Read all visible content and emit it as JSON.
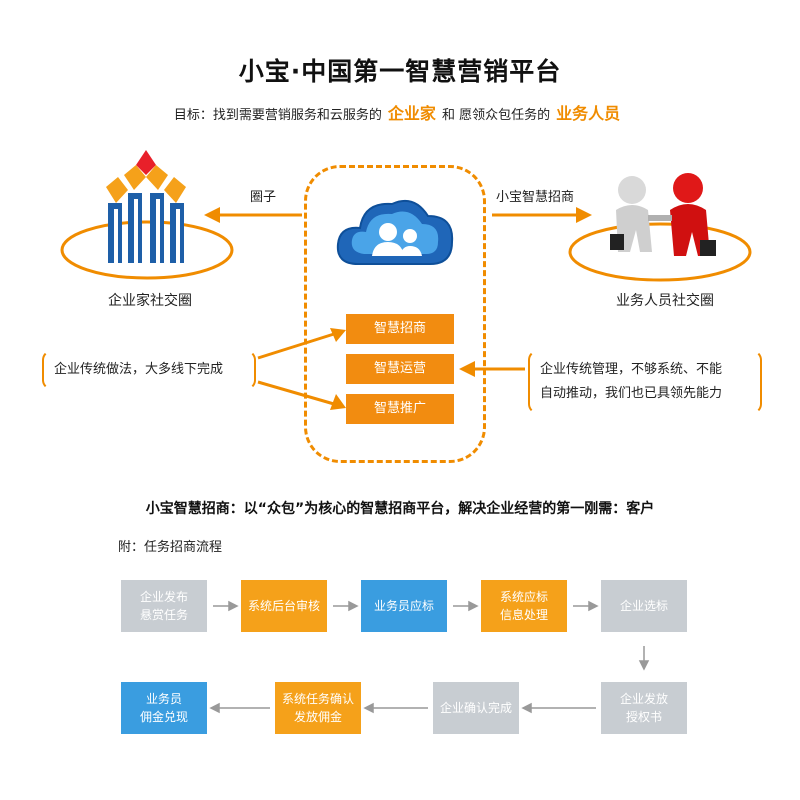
{
  "header": {
    "title": "小宝·中国第一智慧营销平台",
    "goal_prefix": "目标：找到需要营销服务和云服务的",
    "goal_highlight1": "企业家",
    "goal_mid": "和 愿领众包任务的",
    "goal_highlight2": "业务人员"
  },
  "left": {
    "caption": "企业家社交圈",
    "arrow_label": "圈子",
    "note": "企业传统做法，大多线下完成"
  },
  "right": {
    "caption": "业务人员社交圈",
    "arrow_label": "小宝智慧招商",
    "note_line1": "企业传统管理，不够系统、不能",
    "note_line2": "自动推动，我们也已具领先能力"
  },
  "center": {
    "services": [
      "智慧招商",
      "智慧运营",
      "智慧推广"
    ]
  },
  "summary": "小宝智慧招商：以“众包”为核心的智慧招商平台，解决企业经营的第一刚需：客户",
  "flow_title": "附：任务招商流程",
  "flow": {
    "row1": [
      {
        "label": "企业发布\n悬赏任务",
        "color": "grey"
      },
      {
        "label": "系统后台审核",
        "color": "orange"
      },
      {
        "label": "业务员应标",
        "color": "blue"
      },
      {
        "label": "系统应标\n信息处理",
        "color": "orange"
      },
      {
        "label": "企业选标",
        "color": "grey"
      }
    ],
    "row2": [
      {
        "label": "业务员\n佣金兑现",
        "color": "blue"
      },
      {
        "label": "系统任务确认\n发放佣金",
        "color": "orange"
      },
      {
        "label": "企业确认完成",
        "color": "grey"
      },
      {
        "label": "企业发放\n授权书",
        "color": "grey"
      }
    ]
  },
  "colors": {
    "accent_orange": "#f08c00",
    "flow_grey": "#c8cdd2",
    "flow_orange": "#f5a11a",
    "flow_blue": "#3a9de0"
  },
  "icons": {
    "left_logo": "building-logo-icon",
    "center": "cloud-users-icon",
    "right": "handshake-people-icon"
  }
}
